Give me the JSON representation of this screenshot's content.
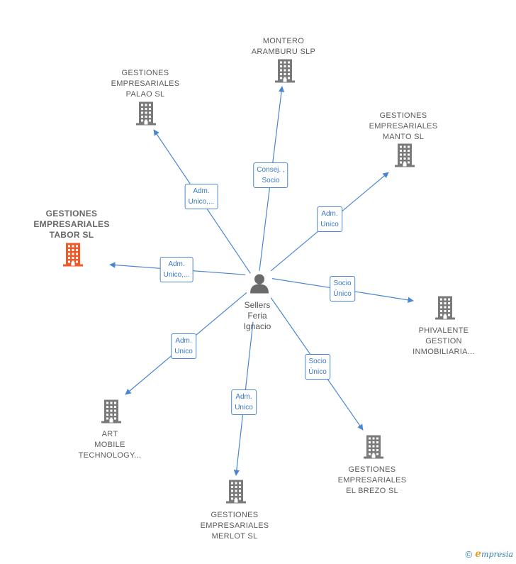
{
  "center": {
    "label": "Sellers\nFeria\nIgnacio",
    "icon": "person-icon"
  },
  "nodes": [
    {
      "id": "montero",
      "label": "MONTERO\nARAMBURU  SLP",
      "icon": "building-icon"
    },
    {
      "id": "palao",
      "label": "GESTIONES\nEMPRESARIALES\nPALAO  SL",
      "icon": "building-icon"
    },
    {
      "id": "manto",
      "label": "GESTIONES\nEMPRESARIALES\nMANTO  SL",
      "icon": "building-icon"
    },
    {
      "id": "tabor",
      "label": "GESTIONES\nEMPRESARIALES\nTABOR  SL",
      "icon": "building-icon",
      "highlight": true
    },
    {
      "id": "phivalente",
      "label": "PHIVALENTE\nGESTION\nINMOBILIARIA...",
      "icon": "building-icon"
    },
    {
      "id": "art",
      "label": "ART\nMOBILE\nTECHNOLOGY...",
      "icon": "building-icon"
    },
    {
      "id": "brezo",
      "label": "GESTIONES\nEMPRESARIALES\nEL BREZO  SL",
      "icon": "building-icon"
    },
    {
      "id": "merlot",
      "label": "GESTIONES\nEMPRESARIALES\nMERLOT  SL",
      "icon": "building-icon"
    }
  ],
  "edges": [
    {
      "to": "montero",
      "label": "Consej. ,\nSocio"
    },
    {
      "to": "palao",
      "label": "Adm.\nUnico,..."
    },
    {
      "to": "manto",
      "label": "Adm.\nUnico"
    },
    {
      "to": "tabor",
      "label": "Adm.\nUnico,..."
    },
    {
      "to": "phivalente",
      "label": "Socio\nÚnico"
    },
    {
      "to": "art",
      "label": "Adm.\nUnico"
    },
    {
      "to": "brezo",
      "label": "Socio\nÚnico"
    },
    {
      "to": "merlot",
      "label": "Adm.\nUnico"
    }
  ],
  "colors": {
    "edge": "#4a86d0",
    "building": "#7a7a7a",
    "highlight": "#f05a28",
    "person": "#6a6a6a"
  },
  "footer": {
    "copyright": "©",
    "brand_initial": "e",
    "brand_rest": "mpresia"
  }
}
